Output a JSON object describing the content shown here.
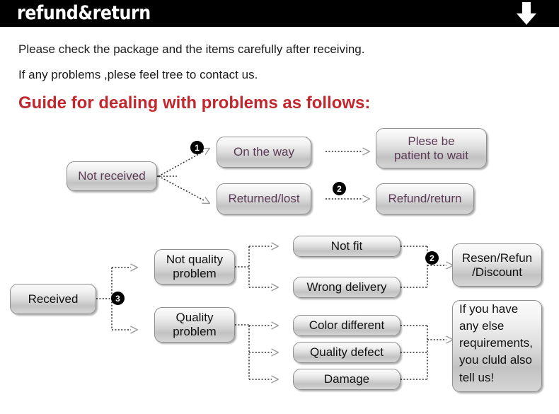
{
  "header": {
    "title": "refund&return",
    "arrow_icon": "down-arrow-icon",
    "background_color": "#000000",
    "text_color": "#ffffff"
  },
  "intro": {
    "line1": "Please check the package and the items carefully after receiving.",
    "line2": "If any problems ,plese feel tree to contact us.",
    "heading": "Guide for dealing with problems as follows:",
    "heading_color": "#c1272d"
  },
  "flow_not_received": {
    "start": "Not received",
    "stage2": [
      {
        "label": "On the way"
      },
      {
        "label": "Returned/lost"
      }
    ],
    "stage3": [
      {
        "label": "Plese be\npatient to wait",
        "line1": "Plese be",
        "line2": "patient to wait"
      },
      {
        "label": "Refund/return"
      }
    ],
    "badges": [
      "1",
      "2"
    ],
    "text_color": "#5b3a55"
  },
  "flow_received": {
    "start": "Received",
    "categories": [
      {
        "line1": "Not quality",
        "line2": "problem"
      },
      {
        "line1": "Quality",
        "line2": "problem"
      }
    ],
    "not_quality_items": [
      {
        "label": "Not fit"
      },
      {
        "label": "Wrong delivery"
      }
    ],
    "quality_items": [
      {
        "label": "Color different"
      },
      {
        "label": "Quality defect"
      },
      {
        "label": "Damage"
      }
    ],
    "outcomes": [
      {
        "line1": "Resen/Refun",
        "line2": "/Discount"
      },
      {
        "line1": "If you have",
        "line2": "any else",
        "line3": "requirements,",
        "line4": "you cluld also",
        "line5": "tell us!"
      }
    ],
    "badges": [
      "3",
      "2"
    ],
    "text_color": "#111111"
  }
}
